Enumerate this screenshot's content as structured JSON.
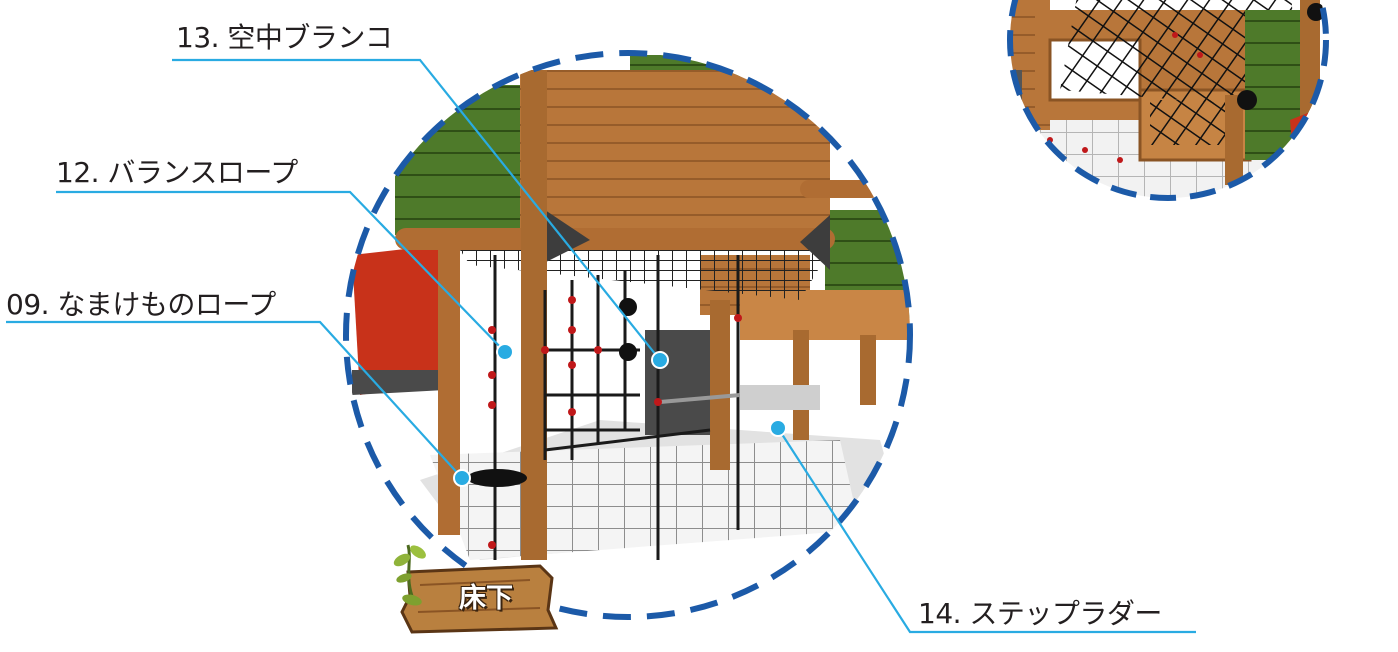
{
  "callouts": {
    "item13": "13. 空中ブランコ",
    "item12": "12. バランスロープ",
    "item09": "09. なまけものロープ",
    "item14": "14. ステップラダー"
  },
  "sign": {
    "label": "床下"
  },
  "colors": {
    "callout_line": "#29abe2",
    "callout_dot": "#29abe2",
    "circle_border": "#1c5aa8",
    "wood": "#b8763a",
    "panel_green": "#4e7a2a",
    "slide_red": "#c8321a",
    "net": "#1a1a1a",
    "rope_bead": "#c0181a"
  },
  "icons": {
    "sign": "wooden-sign-icon",
    "leaves": "leaf-sprout-icon"
  }
}
